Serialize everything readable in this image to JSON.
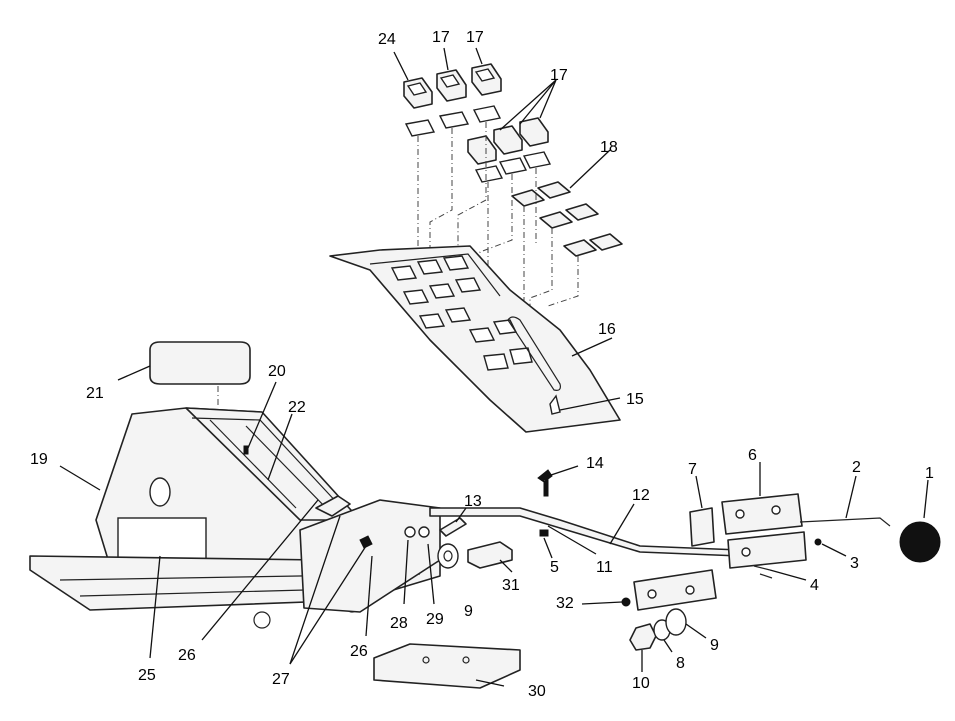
{
  "callouts": {
    "c1": "1",
    "c2": "2",
    "c3": "3",
    "c4": "4",
    "c5": "5",
    "c6": "6",
    "c7": "7",
    "c8": "8",
    "c9a": "9",
    "c9b": "9",
    "c10": "10",
    "c11": "11",
    "c12": "12",
    "c13": "13",
    "c14": "14",
    "c15": "15",
    "c16": "16",
    "c17a": "17",
    "c17b": "17",
    "c17c": "17",
    "c18": "18",
    "c19": "19",
    "c20": "20",
    "c21": "21",
    "c22": "22",
    "c24": "24",
    "c25": "25",
    "c26a": "26",
    "c26b": "26",
    "c27": "27",
    "c28": "28",
    "c29": "29",
    "c30": "30",
    "c31": "31",
    "c32": "32"
  }
}
